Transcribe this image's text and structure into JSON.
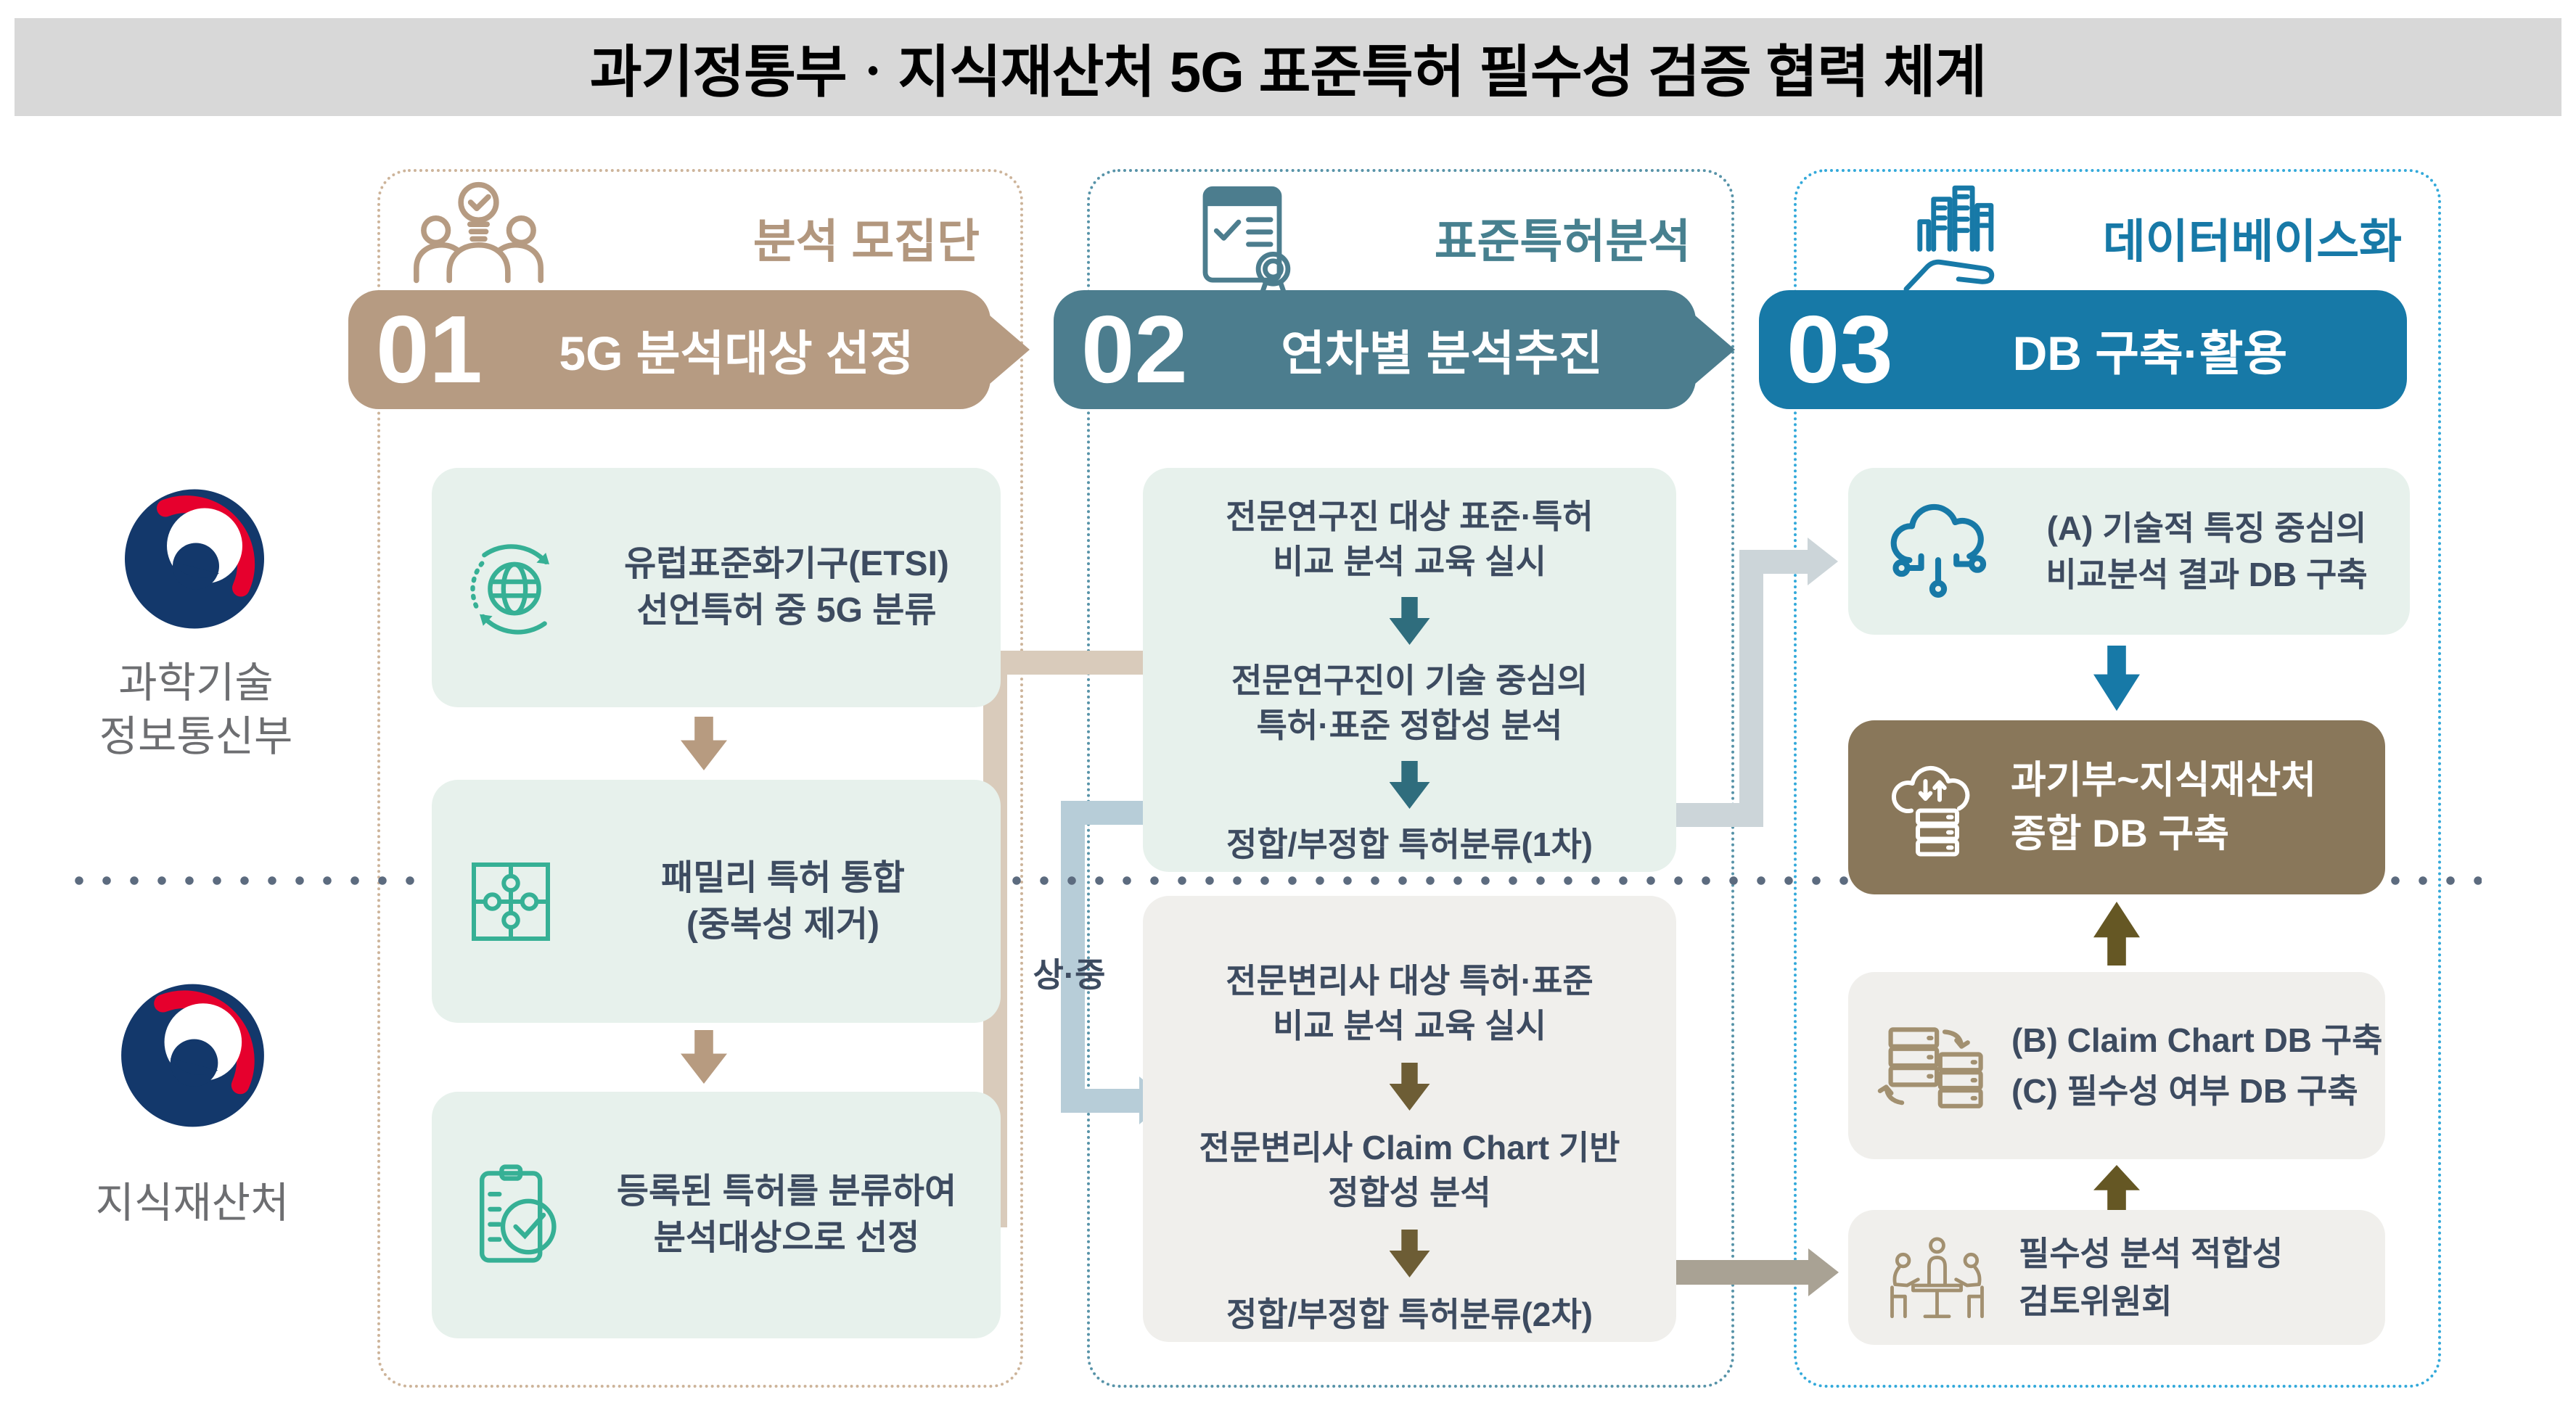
{
  "title": "과기정통부ㆍ지식재산처 5G 표준특허 필수성 검증 협력 체계",
  "org_top": {
    "line1": "과학기술",
    "line2": "정보통신부"
  },
  "org_bottom": {
    "name": "지식재산처"
  },
  "col1": {
    "num": "01",
    "header": "분석 모집단",
    "banner": "5G 분석대상 선정",
    "box1": {
      "l1": "유럽표준화기구(ETSI)",
      "l2": "선언특허 중 5G 분류"
    },
    "box2": {
      "l1": "패밀리 특허 통합",
      "l2": "(중복성 제거)"
    },
    "box3": {
      "l1": "등록된 특허를 분류하여",
      "l2": "분석대상으로 선정"
    }
  },
  "col2": {
    "num": "02",
    "header": "표준특허분석",
    "banner": "연차별 분석추진",
    "grade_label": "상·중",
    "research": {
      "s1l1": "전문연구진 대상 표준·특허",
      "s1l2": "비교 분석 교육 실시",
      "s2l1": "전문연구진이 기술 중심의",
      "s2l2": "특허·표준 정합성 분석",
      "s3": "정합/부정합 특허분류(1차)"
    },
    "attorney": {
      "s1l1": "전문변리사 대상 특허·표준",
      "s1l2": "비교 분석 교육 실시",
      "s2l1": "전문변리사 Claim Chart 기반",
      "s2l2": "정합성 분석",
      "s3": "정합/부정합 특허분류(2차)"
    }
  },
  "col3": {
    "num": "03",
    "header": "데이터베이스화",
    "banner": "DB 구축·활용",
    "boxA": {
      "l1": "(A) 기술적 특징 중심의",
      "l2": "비교분석 결과 DB 구축"
    },
    "boxMain": {
      "l1": "과기부~지식재산처",
      "l2": "종합 DB 구축"
    },
    "boxBC": {
      "l1": "(B) Claim Chart DB 구축",
      "l2": "(C) 필수성 여부 DB 구축"
    },
    "boxCommittee": {
      "l1": "필수성 분석 적합성",
      "l2": "검토위원회"
    }
  },
  "colors": {
    "col1_accent": "#b69b82",
    "col2_accent": "#4c7d8e",
    "col3_accent": "#1779a7",
    "mint_box": "#e7f1ec",
    "gray_box": "#f0efec",
    "brown_box": "#89775a",
    "title_bar": "#d8d8d8",
    "text": "#3d4b60",
    "divider_dot": "#5c6b7f",
    "path_tan": "#d9cbbb",
    "path_blue": "#b7cdd8",
    "path_gray": "#ccd5d9",
    "path_mud": "#a9a294",
    "logo_navy": "#13386b",
    "logo_red": "#e6002d"
  }
}
